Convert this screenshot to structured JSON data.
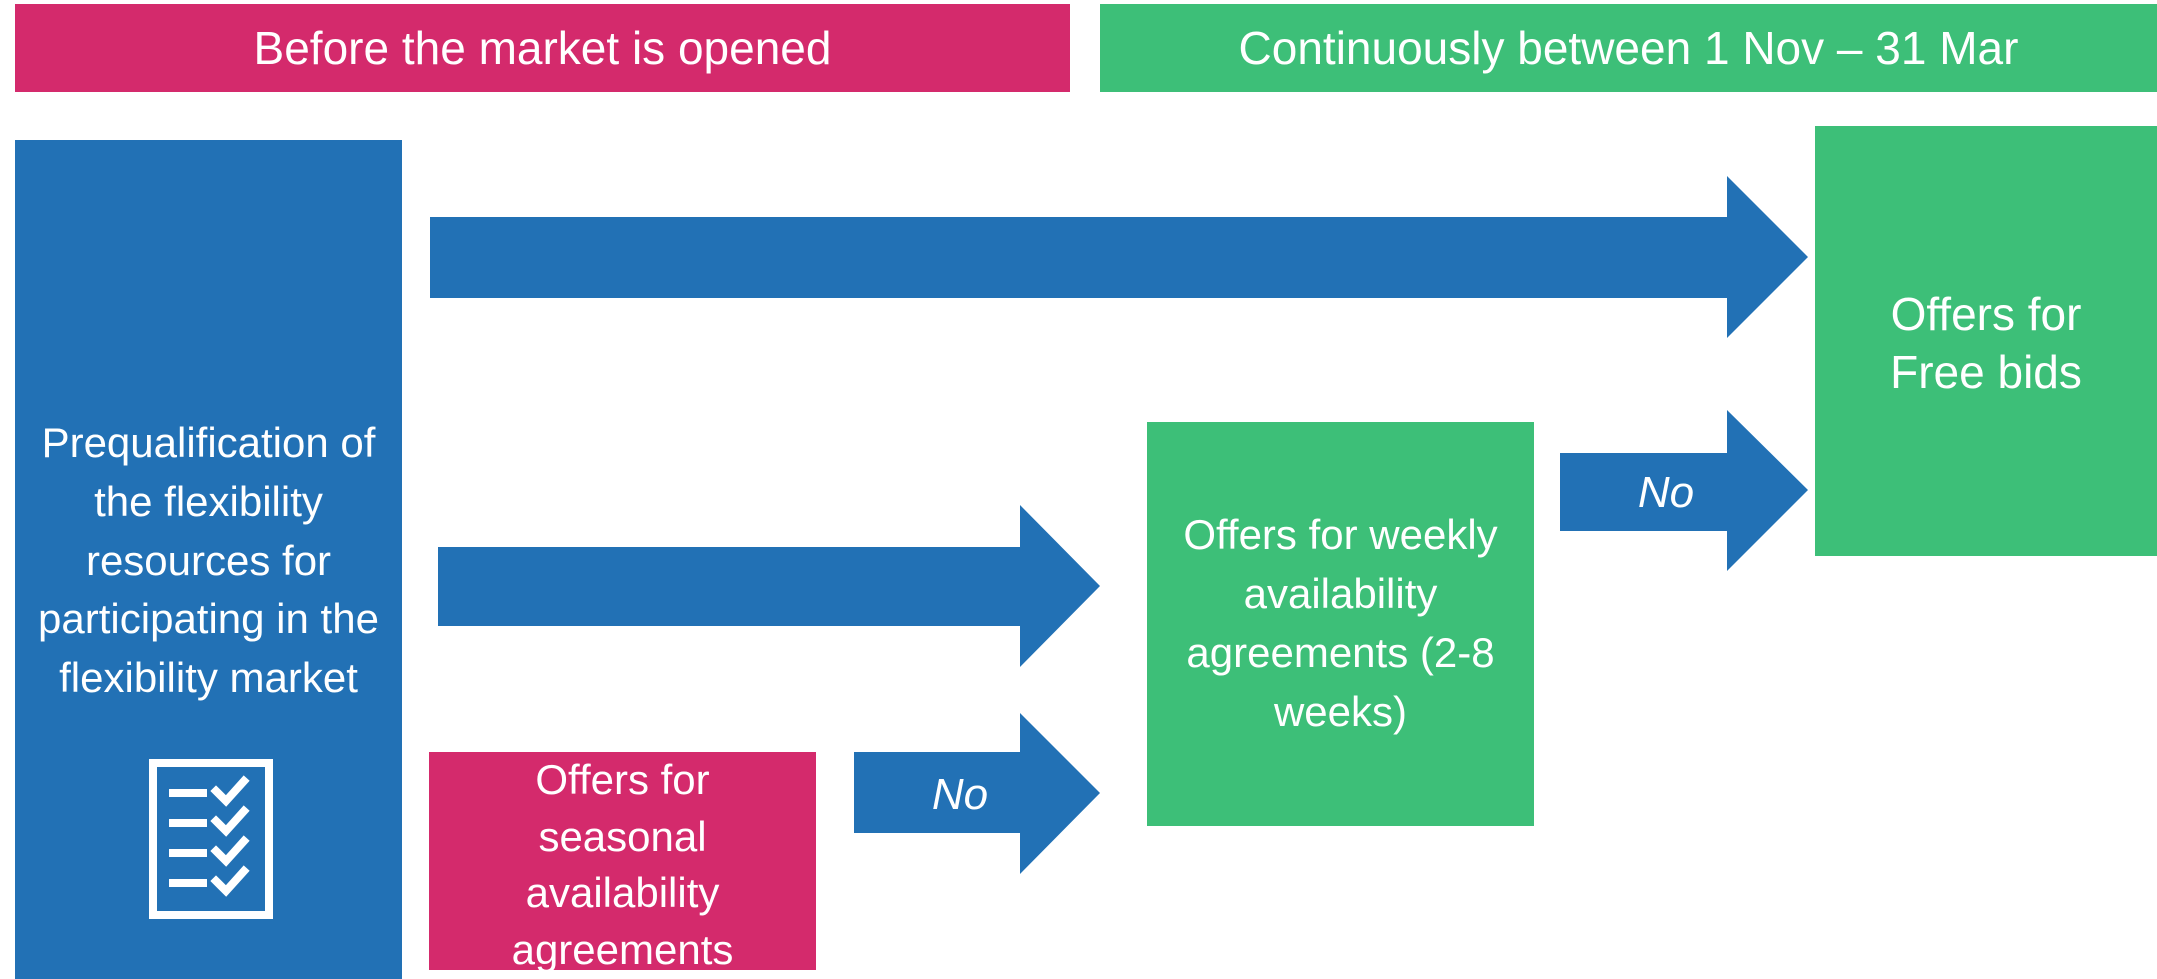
{
  "colors": {
    "magenta": "#D42A6C",
    "green": "#3DBF78",
    "blue": "#2271B5",
    "white": "#FFFFFF"
  },
  "headers": {
    "before": "Before the market is opened",
    "continuous": "Continuously between 1 Nov – 31 Mar"
  },
  "prequalification": {
    "text": "Prequalification of the flexibility resources for participating in the flexibility market",
    "icon": "checklist-icon"
  },
  "seasonal": {
    "text": "Offers for seasonal availability agreements"
  },
  "weekly": {
    "text": "Offers for weekly availability agreements (2-8 weeks)"
  },
  "free_bids": {
    "text": "Offers for Free bids"
  },
  "arrows": {
    "seasonal_to_weekly_label": "No",
    "weekly_to_free_label": "No"
  }
}
